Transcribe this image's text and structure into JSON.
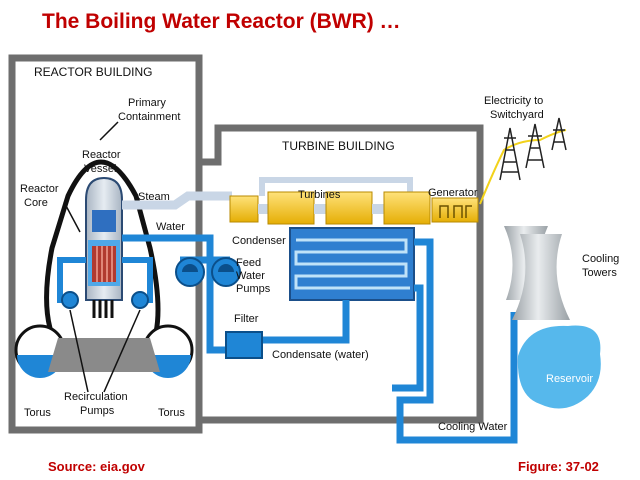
{
  "title": "The Boiling Water Reactor (BWR) …",
  "source": "Source: eia.gov",
  "figure": "Figure: 37-02",
  "labels": {
    "reactor_building": "REACTOR BUILDING",
    "turbine_building": "TURBINE BUILDING",
    "primary_containment_1": "Primary",
    "primary_containment_2": "Containment",
    "reactor_vessel_1": "Reactor",
    "reactor_vessel_2": "Vessel",
    "reactor_core_1": "Reactor",
    "reactor_core_2": "Core",
    "steam": "Steam",
    "water": "Water",
    "turbines": "Turbines",
    "generator": "Generator",
    "condenser": "Condenser",
    "feed_water_1": "Feed",
    "feed_water_2": "Water",
    "feed_water_3": "Pumps",
    "filter": "Filter",
    "condensate": "Condensate (water)",
    "recirculation_1": "Recirculation",
    "recirculation_2": "Pumps",
    "torus_left": "Torus",
    "torus_right": "Torus",
    "electricity_1": "Electricity to",
    "electricity_2": "Switchyard",
    "cooling_towers_1": "Cooling",
    "cooling_towers_2": "Towers",
    "reservoir": "Reservoir",
    "cooling_water": "Cooling Water"
  },
  "colors": {
    "title": "#c00000",
    "building_wall": "#6e6e6e",
    "water_pipe": "#1f86d6",
    "steam_pipe": "#c9d6e6",
    "turbine": "#f5c518",
    "core": "#b13a2f",
    "reservoir": "#56b8ec",
    "tower": "#cfd3d6"
  }
}
